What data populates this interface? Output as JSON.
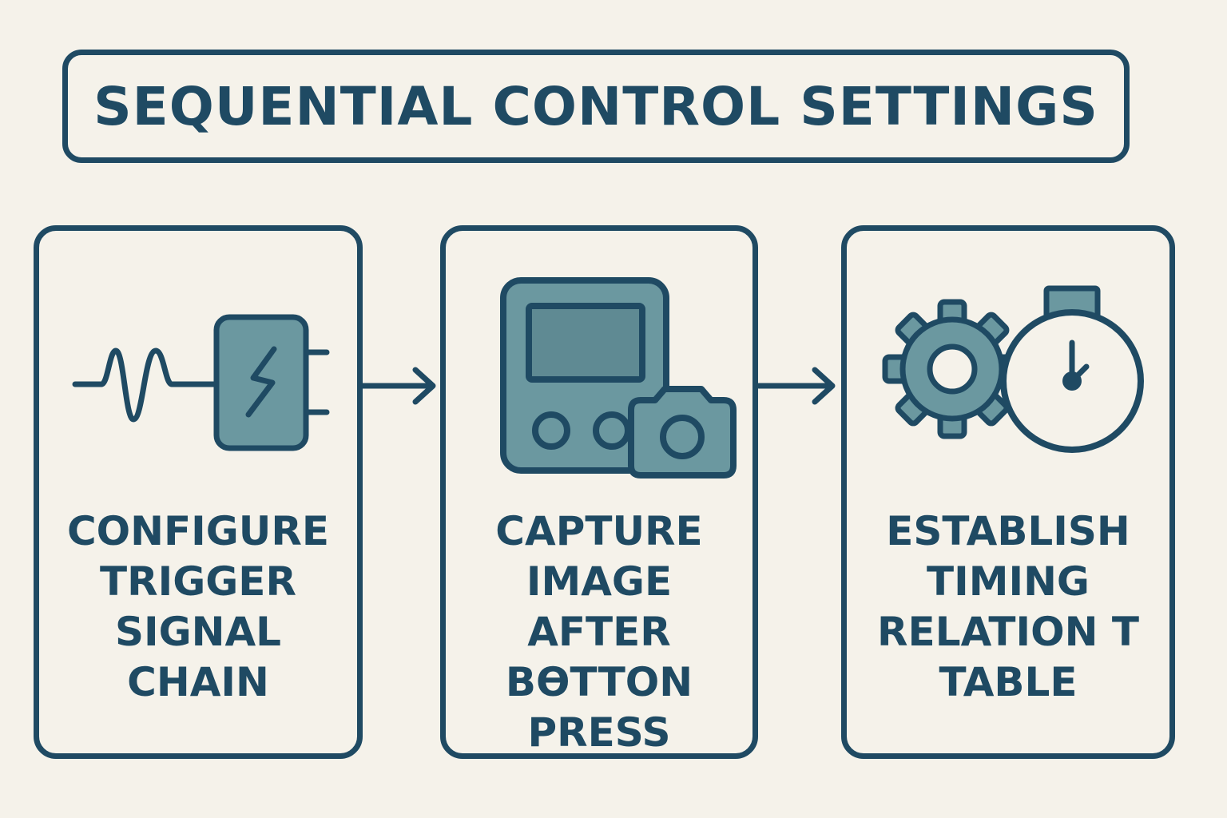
{
  "title": "SEQUENTIAL CONTROL SETTINGS",
  "steps": [
    {
      "icon": "signal-trigger-icon",
      "lines": [
        "CONFIGURE",
        "TRIGGER",
        "SIGNAL",
        "CHAIN"
      ]
    },
    {
      "icon": "camera-device-icon",
      "lines": [
        "CAPTURE",
        "IMAGE",
        "AFTER",
        "BƟTTON",
        "PRESS"
      ]
    },
    {
      "icon": "gear-stopwatch-icon",
      "lines": [
        "ESTABLISH",
        "TIMING",
        "RELATION T",
        "TABLE"
      ]
    }
  ],
  "colors": {
    "stroke": "#1f4a63",
    "fill": "#6b98a0",
    "background": "#f5f2ea"
  }
}
